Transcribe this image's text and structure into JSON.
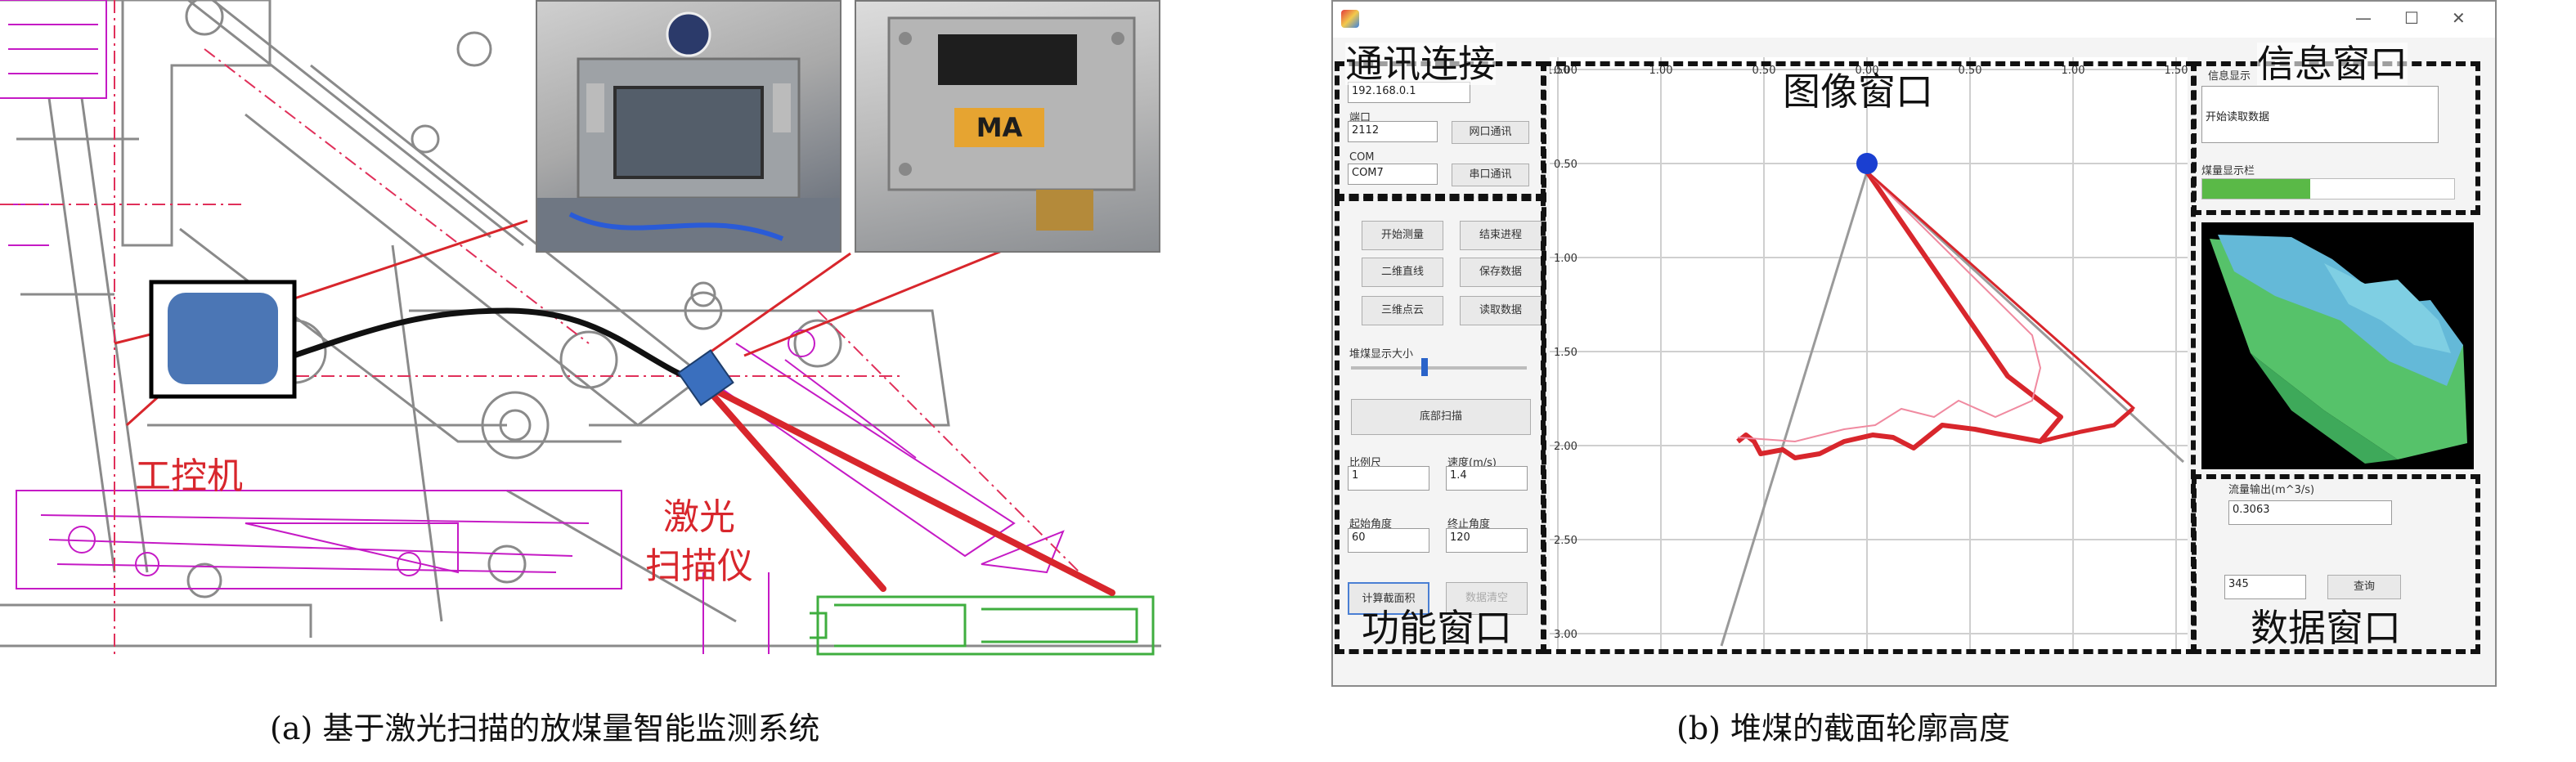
{
  "panel_a": {
    "labels": {
      "ipc": "工控机",
      "scanner_line1": "激光",
      "scanner_line2": "扫描仪"
    },
    "photo_badge": "MA",
    "caption": "(a) 基于激光扫描的放煤量智能监测系统"
  },
  "panel_b": {
    "window_controls": {
      "minimize": "—",
      "maximize": "☐",
      "close": "✕"
    },
    "region_labels": {
      "comm": "通讯连接",
      "image": "图像窗口",
      "info": "信息窗口",
      "function": "功能窗口",
      "data": "数据窗口"
    },
    "comm": {
      "ip_value": "192.168.0.1",
      "port_label": "端口",
      "port_value": "2112",
      "net_button": "网口通讯",
      "com_label": "COM",
      "com_value": "COM7",
      "serial_button": "串口通讯"
    },
    "function": {
      "buttons": [
        "开始测量",
        "结束进程",
        "二维直线",
        "保存数据",
        "三维点云",
        "读取数据"
      ],
      "slider_label": "堆煤显示大小",
      "scan_button": "底部扫描",
      "scale_label": "比例尺",
      "scale_value": "1",
      "speed_label": "速度(m/s)",
      "speed_value": "1.4",
      "start_angle_label": "起始角度",
      "start_angle_value": "60",
      "end_angle_label": "终止角度",
      "end_angle_value": "120",
      "calc_button": "计算截面积",
      "clear_button": "数据清空"
    },
    "info": {
      "title": "信息显示",
      "message": "开始读取数据",
      "coal_label": "煤量显示栏",
      "coal_fill": 0.43
    },
    "data": {
      "flow_label": "流量输出(m^3/s)",
      "flow_value": "0.3063",
      "count_value": "345",
      "button": "查询"
    },
    "plot_ticks": {
      "x": [
        "1.50",
        "1.00",
        "0.50",
        "0.00",
        "0.50",
        "1.00",
        "1.50"
      ],
      "y": [
        "0.00",
        "0.50",
        "1.00",
        "1.50",
        "2.00",
        "2.50",
        "3.00"
      ]
    },
    "caption": "(b) 堆煤的截面轮廓高度"
  }
}
